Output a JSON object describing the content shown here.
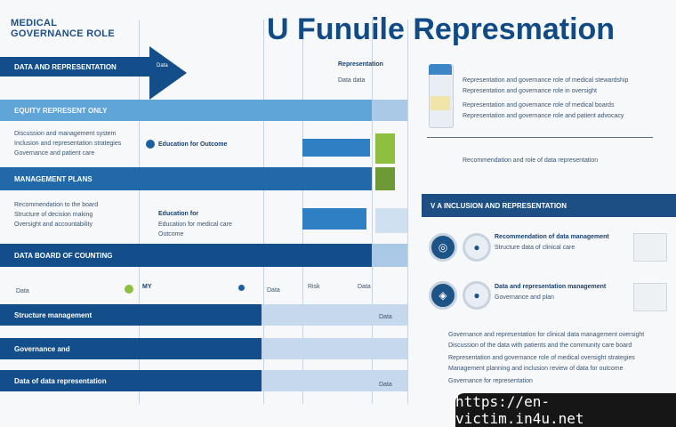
{
  "brand": {
    "line1": "MEDICAL",
    "line2": "GOVERNANCE ROLE"
  },
  "title": "U Funuile Represmation",
  "bands": [
    {
      "label": "DATA AND REPRESENTATION",
      "tone": "dark"
    },
    {
      "label": "EQUITY REPRESENT ONLY",
      "tone": "light"
    },
    {
      "label": "MANAGEMENT PLANS",
      "tone": "mid"
    },
    {
      "label": "DATA BOARD OF COUNTING",
      "tone": "dark"
    },
    {
      "label": "Structure management",
      "tone": "dark"
    },
    {
      "label": "Governance and",
      "tone": "dark"
    },
    {
      "label": "Data of data representation",
      "tone": "dark"
    }
  ],
  "left_text": {
    "block1": [
      "Discussion and management system",
      "Inclusion and representation strategies",
      "Governance and patient care"
    ],
    "block2": [
      "Recommendation to the board",
      "Structure of decision making",
      "Oversight and accountability"
    ],
    "callout1": "Education for Outcome",
    "callout2_l1": "Education for",
    "callout2_l2": "Education for medical care",
    "callout2_l3": "Outcome",
    "axis_labels": [
      "Data",
      "MY",
      "Data",
      "Risk",
      "Data",
      "Data",
      "Data"
    ]
  },
  "top_labels": [
    "Representation",
    "Data data"
  ],
  "right_panel": {
    "lines": [
      "Representation and governance role of medical stewardship",
      "Representation and governance role in oversight",
      "Representation and governance role of medical boards",
      "Representation and governance role and patient advocacy",
      "Recommendation and role of data representation"
    ],
    "header": "V A INCLUSION AND REPRESENTATION",
    "item1_title": "Recommendation of data management",
    "item1_sub": "Structure data of clinical care",
    "item2_title": "Data and representation management",
    "item2_sub": "Governance and plan",
    "para": [
      "Governance and representation for clinical data management oversight",
      "Discussion of the data with patients and the community care board",
      "Representation and governance role of medical oversight strategies",
      "Management planning and inclusion review of data for outcome",
      "Governance for representation"
    ]
  },
  "footer": {
    "url": "https://en-victim.in4u.net"
  },
  "colors": {
    "primary": "#134e8a",
    "accent_light": "#5fa5d8",
    "green": "#8ebf3e"
  }
}
